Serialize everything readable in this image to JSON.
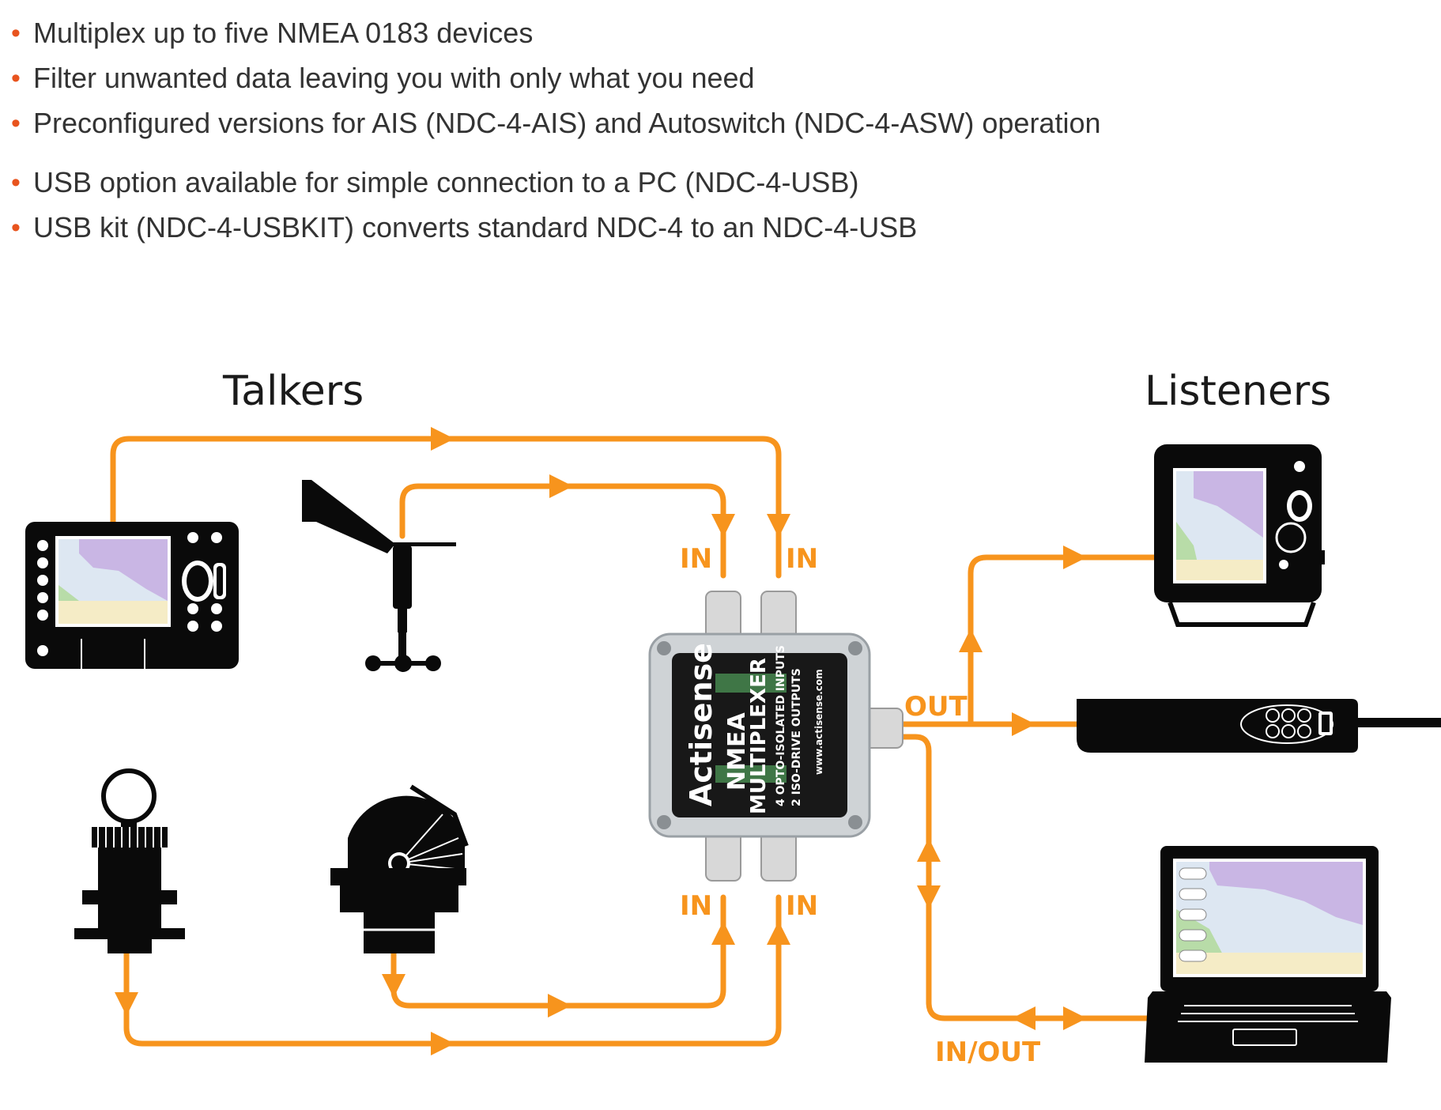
{
  "features": [
    "Multiplex up to five NMEA 0183 devices",
    "Filter unwanted data leaving you with only what you need",
    "Preconfigured versions for AIS (NDC-4-AIS) and Autoswitch (NDC-4-ASW) operation",
    "USB option available for simple connection to a PC (NDC-4-USB)",
    "USB kit (NDC-4-USBKIT) converts standard NDC-4 to an NDC-4-USB"
  ],
  "bullet_symbol": "•",
  "diagram": {
    "talkers_heading": "Talkers",
    "listeners_heading": "Listeners",
    "port_labels": {
      "in_top_left": "IN",
      "in_top_right": "IN",
      "in_bottom_left": "IN",
      "in_bottom_right": "IN",
      "out": "OUT",
      "in_out": "IN/OUT"
    },
    "device": {
      "brand": "Actisense",
      "title_line1": "NMEA",
      "title_line2": "MULTIPLEXER",
      "spec_line1": "4 OPTO-ISOLATED INPUTS",
      "spec_line2": "2 ISO-DRIVE OUTPUTS",
      "url": "www.actisense.com"
    }
  },
  "colors": {
    "accent": "#F7941D",
    "bullet": "#E8541E",
    "text": "#333333",
    "label": "#F7941D",
    "device_black": "#0a0a0a"
  },
  "icons": {
    "talkers": [
      "chartplotter-icon",
      "wind-vane-icon",
      "depth-transducer-icon",
      "compass-icon"
    ],
    "listeners": [
      "chartplotter-icon",
      "vhf-handset-icon",
      "laptop-icon"
    ]
  }
}
